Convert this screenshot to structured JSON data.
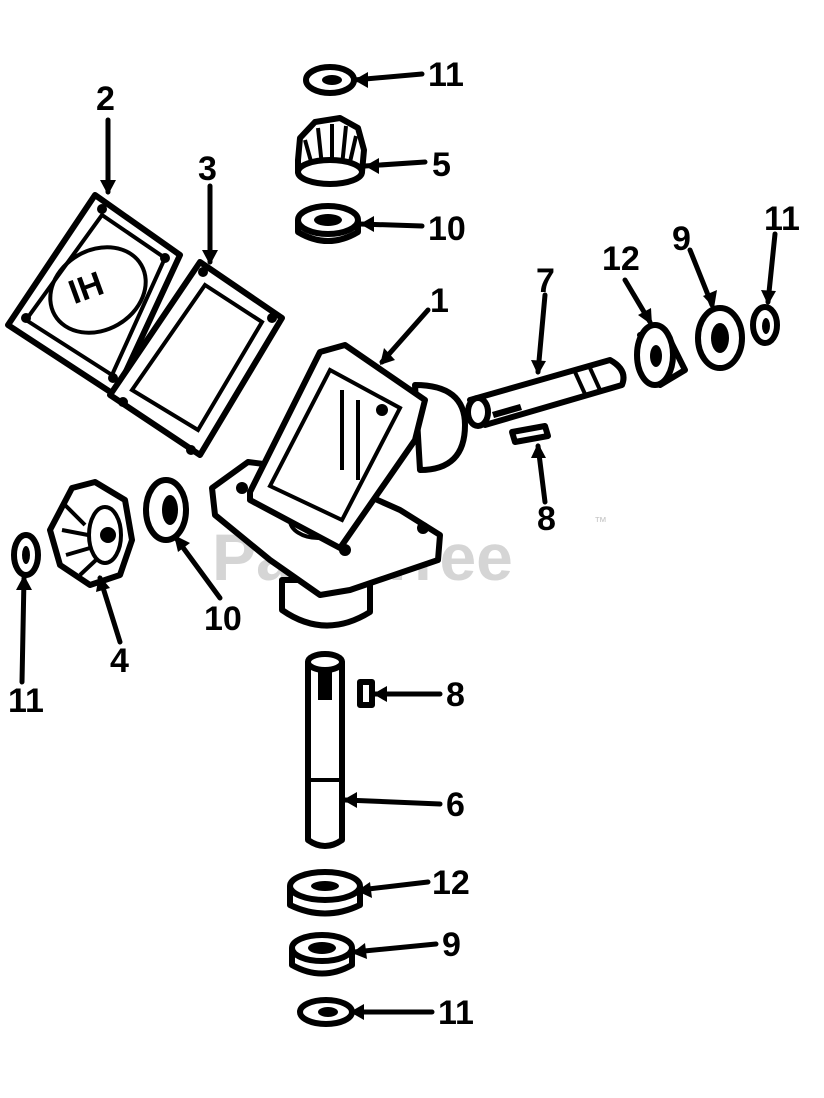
{
  "watermark": {
    "text": "PartsTree",
    "trademark": "™"
  },
  "logo": {
    "text": "IH"
  },
  "callouts": [
    {
      "id": "c11a",
      "label": "11"
    },
    {
      "id": "c5",
      "label": "5"
    },
    {
      "id": "c10a",
      "label": "10"
    },
    {
      "id": "c2",
      "label": "2"
    },
    {
      "id": "c3",
      "label": "3"
    },
    {
      "id": "c1",
      "label": "1"
    },
    {
      "id": "c7",
      "label": "7"
    },
    {
      "id": "c12a",
      "label": "12"
    },
    {
      "id": "c9a",
      "label": "9"
    },
    {
      "id": "c11b",
      "label": "11"
    },
    {
      "id": "c8a",
      "label": "8"
    },
    {
      "id": "c10b",
      "label": "10"
    },
    {
      "id": "c4",
      "label": "4"
    },
    {
      "id": "c11c",
      "label": "11"
    },
    {
      "id": "c8b",
      "label": "8"
    },
    {
      "id": "c6",
      "label": "6"
    },
    {
      "id": "c12b",
      "label": "12"
    },
    {
      "id": "c9b",
      "label": "9"
    },
    {
      "id": "c11d",
      "label": "11"
    }
  ]
}
